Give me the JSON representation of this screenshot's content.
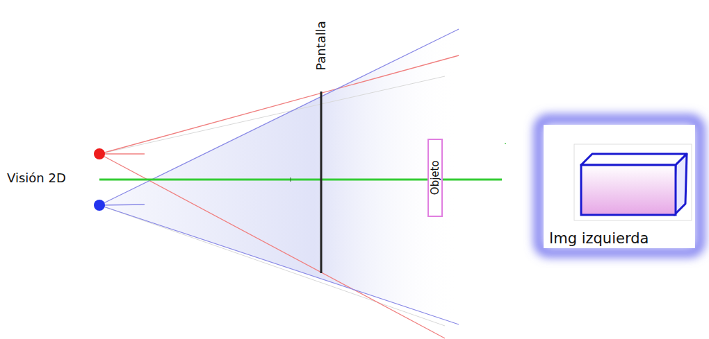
{
  "diagram": {
    "nodes": [
      {
        "text": [
          "Objeto"
        ]
      },
      {
        "text": [
          "Img izquierda"
        ]
      }
    ],
    "labels": [
      "Pantalla",
      "Visión 2D"
    ]
  }
}
